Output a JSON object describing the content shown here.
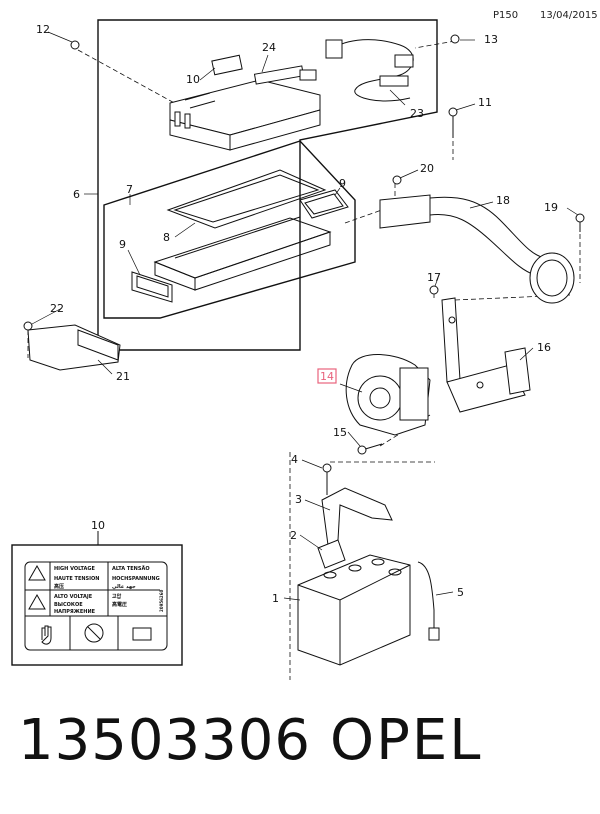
{
  "header": {
    "page_code": "P150",
    "date": "13/04/2015"
  },
  "callouts": {
    "c1": "1",
    "c2": "2",
    "c3": "3",
    "c4": "4",
    "c5": "5",
    "c6": "6",
    "c7": "7",
    "c8": "8",
    "c9a": "9",
    "c9b": "9",
    "c10a": "10",
    "c10b": "10",
    "c11": "11",
    "c12": "12",
    "c13": "13",
    "c14": "14",
    "c15": "15",
    "c16": "16",
    "c17": "17",
    "c18": "18",
    "c19": "19",
    "c20": "20",
    "c21": "21",
    "c22": "22",
    "c23": "23",
    "c24": "24"
  },
  "label_card": {
    "row1_left": "HIGH VOLTAGE",
    "row1_right": "ALTA TENSÃO",
    "row2_left": "HAUTE TENSION",
    "row2_right": "HOCHSPANNUNG",
    "row3_left": "高压",
    "row3_right": "جهد عالي",
    "row4_left": "ALTO VOLTAJE",
    "row4_right": "고압",
    "row5_left": "ВЫСОКОЕ",
    "row5_right": "高電圧",
    "row6_left": "НАПРЯЖЕНИЕ",
    "side_code": "20956260"
  },
  "footer": {
    "part_number": "13503306",
    "brand": "OPEL"
  },
  "colors": {
    "line": "#111111",
    "highlight_box": "#e8637d"
  }
}
